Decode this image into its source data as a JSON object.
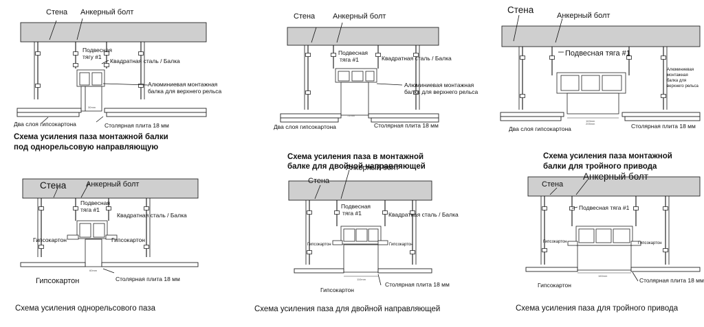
{
  "diagrams": [
    {
      "wall": "Стена",
      "bolt": "Анкерный болт",
      "rod": [
        "Подвесная",
        "тягу #1"
      ],
      "steel": "Квадратная сталь / Балка",
      "alu": [
        "Алюминиевая монтажная",
        "балка для верхнего рельса"
      ],
      "gypsum": "Два слоя гипсокартона",
      "board": "Столярная плита 18 мм",
      "caption": [
        "Схема усиления паза монтажной балки",
        "под однорельсовую направляющую"
      ]
    },
    {
      "wall": "Стена",
      "bolt": "Анкерный болт",
      "rod": [
        "Подвесная",
        "тяга #1"
      ],
      "steel": "Квадратная сталь / Балка",
      "alu": [
        "Алюминиевая монтажная",
        "балка для верхнего рельса"
      ],
      "gypsum": "Два слоя гипсокартона",
      "board": "Столярная плита 18 мм",
      "caption": [
        "Схема усиления паза в монтажной",
        "балке для двойной направляющей"
      ]
    },
    {
      "wall": "Стена",
      "bolt": "Анкерный болт",
      "rod": "Подвесная тяга #1",
      "alu": [
        "Алюминиевая",
        "монтажная",
        "балка для",
        "верхнего рельса"
      ],
      "gypsum": "Два слоя гипсокартона",
      "board": "Столярная плита 18 мм",
      "caption": [
        "Схема усиления паза монтажной",
        "балки для тройного привода"
      ]
    },
    {
      "wall": "Стена",
      "bolt": "Анкерный болт",
      "rod": [
        "Подвесная",
        "тяга #1"
      ],
      "steel": "Квадратная сталь / Балка",
      "drywall_left": "Гипсокартон",
      "drywall_right": "Гипсокартон",
      "gypsum": "Гипсокартон",
      "board": "Столярная плита 18 мм",
      "caption": "Схема усиления однорельсового паза"
    },
    {
      "wall": "Стена",
      "bolt": "Анкерный болт",
      "rod": [
        "Подвесная",
        "тяга #1"
      ],
      "steel": "Квадратная сталь / Балка",
      "drywall_left": "Гипсокартон",
      "drywall_right": "Гипсокартон",
      "gypsum": "Гипсокартон",
      "board": "Столярная плита 18 мм",
      "caption": "Схема усиления паза для двойной направляющей"
    },
    {
      "wall": "Стена",
      "bolt": "Анкерный болт",
      "rod": "Подвесная тяга #1",
      "drywall_left": "Гипсокартон",
      "drywall_right": "Гипсокартон",
      "gypsum": "Гипсокартон",
      "board": "Столярная плита 18 мм",
      "caption": "Схема усиления паза для тройного привода"
    }
  ]
}
